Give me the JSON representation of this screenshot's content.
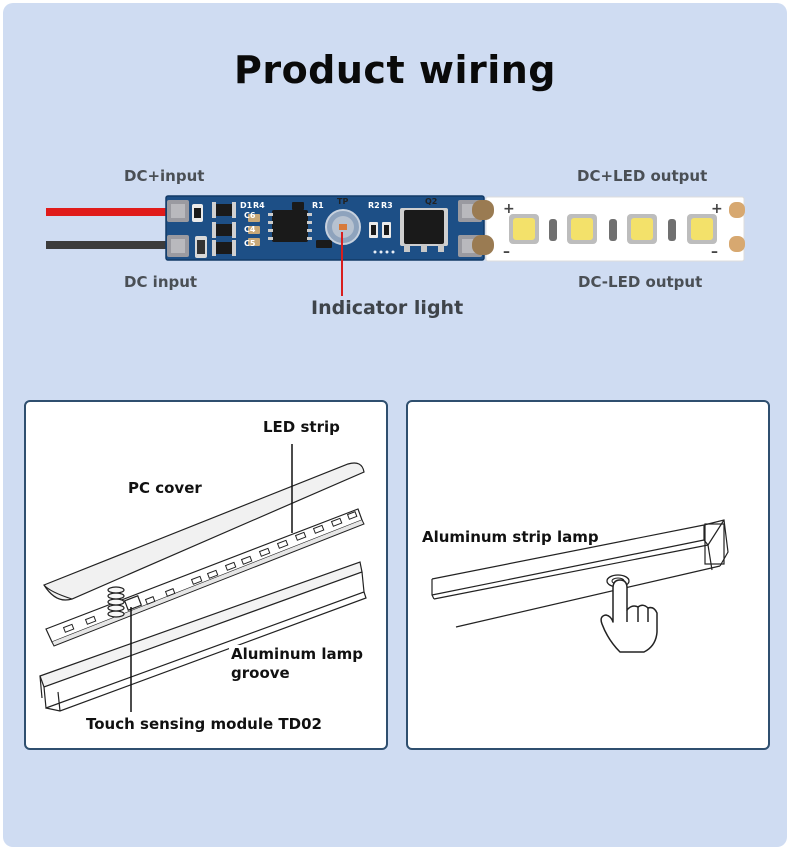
{
  "title": "Product wiring",
  "wiring": {
    "dc_plus_input": "DC+input",
    "dc_input": "DC input",
    "dc_plus_led_output": "DC+LED output",
    "dc_minus_led_output": "DC-LED output",
    "indicator_light": "Indicator light",
    "pcb_markings": [
      "D1",
      "R4",
      "R1",
      "C6",
      "C4",
      "C5",
      "TP",
      "R2",
      "R3",
      "Q2"
    ],
    "led_polarity_plus": "+",
    "led_polarity_minus": "–"
  },
  "panel_left": {
    "led_strip": "LED strip",
    "pc_cover": "PC cover",
    "aluminum_groove": "Aluminum lamp groove",
    "touch_module": "Touch sensing module TD02"
  },
  "panel_right": {
    "aluminum_strip_lamp": "Aluminum strip lamp"
  },
  "colors": {
    "background": "#cfdcf2",
    "pcb_blue": "#1d4f86",
    "wire_red": "#e01b1b",
    "wire_black": "#3c3c3c",
    "indicator_line": "#d81e1e",
    "panel_border": "#2f4f6f"
  }
}
